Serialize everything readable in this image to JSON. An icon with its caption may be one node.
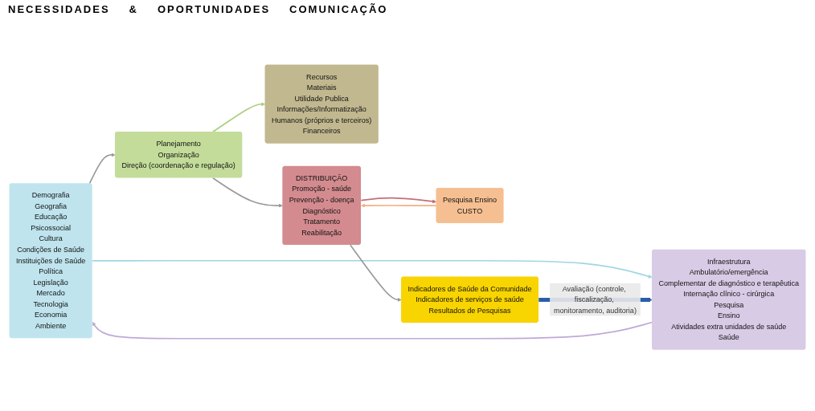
{
  "diagram": {
    "nodes": [
      {
        "text": [
          "Demografia",
          "Geografia",
          "Educação",
          "Psicossocial",
          "Cultura",
          "Condições de Saúde",
          "Instituições de Saúde",
          "Política",
          "Legislação",
          "Mercado",
          "Tecnologia",
          "Economia",
          "Ambiente"
        ]
      },
      {
        "text": [
          "Infraestrutura",
          "Ambulatório/emergência",
          "Complementar de diagnóstico e terapêutica",
          "Internação clínico - cirúrgica",
          "Pesquisa",
          "Ensino",
          "Atividades extra unidades de saúde",
          "Saúde"
        ]
      },
      {
        "text": [
          "Planejamento",
          "Organização",
          "Direção (coordenação e regulação)"
        ]
      },
      {
        "text": [
          "Recursos",
          "Materiais",
          "Utilidade Publica",
          "Informações/Informatização",
          "Humanos (próprios e terceiros)",
          "Financeiros"
        ]
      },
      {
        "text": [
          "DISTRIBUIÇÃO",
          "Promoção - saúde",
          "Prevenção - doença",
          "Diagnóstico",
          "Tratamento",
          "Reabilitação"
        ]
      },
      {
        "text": [
          "Pesquisa Ensino",
          "CUSTO"
        ]
      },
      {
        "text": [
          "Indicadores de Saúde da Comunidade",
          "Indicadores de serviços de saúde",
          "Resultados de Pesquisas"
        ]
      }
    ],
    "edges": [
      {
        "from": 0,
        "to": 1,
        "arrow": "to",
        "color": "#9fd6e2"
      },
      {
        "from": 1,
        "to": 0,
        "arrow": "to",
        "color": "#bfa9d6"
      },
      {
        "from": 0,
        "to": 2,
        "arrow": "to"
      },
      {
        "from": 2,
        "to": 3,
        "arrow": "to",
        "color": "#a9cf7c"
      },
      {
        "from": 2,
        "to": 4,
        "arrow": "to"
      },
      {
        "from": 4,
        "to": 5,
        "arrow": "to",
        "color": "#c46f78"
      },
      {
        "from": 5,
        "to": 4,
        "arrow": "to",
        "color": "#f3b07f"
      },
      {
        "from": 4,
        "to": 6,
        "arrow": "to"
      },
      {
        "from": 6,
        "to": 1,
        "arrow": "to",
        "label": "Avaliação (controle, fiscalização, monitoramento, auditoria)",
        "style": "thick",
        "color": "#2a5ea8"
      }
    ],
    "labels": [
      "NECESSIDADES",
      "&",
      "OPORTUNIDADES",
      "COMUNICAÇÃO"
    ]
  }
}
